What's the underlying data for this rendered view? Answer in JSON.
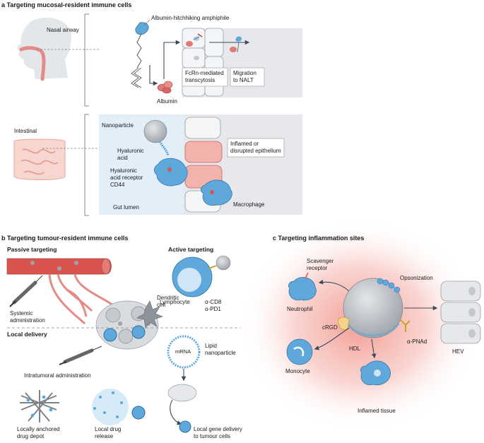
{
  "panel_a": {
    "letter": "a",
    "title": "Targeting mucosal-resident immune cells",
    "nasal_airway": "Nasal airway",
    "amphiphile": "Albumin-hitchhiking amphiphile",
    "albumin": "Albumin",
    "fcrn_line1": "FcRn-mediated",
    "fcrn_line2": "transcytosis",
    "migration_line1": "Migration",
    "migration_line2": "to NALT",
    "intestinal": "Intestinal",
    "nanoparticle": "Nanoparticle",
    "ha_line1": "Hyaluronic",
    "ha_line2": "acid",
    "har_line1": "Hyaluronic",
    "har_line2": "acid receptor",
    "har_line3": "CD44",
    "inflamed_line1": "Inflamed or",
    "inflamed_line2": "disrupted epithelium",
    "gut_lumen": "Gut lumen",
    "macrophage": "Macrophage"
  },
  "panel_b": {
    "letter": "b",
    "title": "Targeting tumour-resident immune cells",
    "passive": "Passive targeting",
    "active": "Active targeting",
    "lymphocyte": "Lymphocyte",
    "acd8": "α-CD8",
    "apd1": "α-PD1",
    "systemic_line1": "Systemic",
    "systemic_line2": "administration",
    "dendritic_line1": "Dendritic",
    "dendritic_line2": "cell",
    "local_delivery": "Local delivery",
    "intratumoral": "Intratumoral administration",
    "mrna": "mRNA",
    "lipid_line1": "Lipid",
    "lipid_line2": "nanoparticle",
    "anchored_line1": "Locally anchored",
    "anchored_line2": "drug depot",
    "release_line1": "Local drug",
    "release_line2": "release",
    "gene_line1": "Local gene delivery",
    "gene_line2": "to tumour cells"
  },
  "panel_c": {
    "letter": "c",
    "title": "Targeting inflammation sites",
    "scavenger_line1": "Scavenger",
    "scavenger_line2": "receptor",
    "opsonization": "Opsonization",
    "neutrophil": "Neutrophil",
    "crgd": "cRGD",
    "monocyte": "Monocyte",
    "hdl": "HDL",
    "apnad": "α-PNAd",
    "hev": "HEV",
    "inflamed_tissue": "Inflamed tissue"
  },
  "colors": {
    "blue_cell": "#5fa8dc",
    "blue_light": "#cfe6f6",
    "red_vessel": "#d9534f",
    "pink_bg": "#f6c2bd",
    "grey_particle": "#b8bcc2",
    "panel_grey": "#e6e8eb"
  }
}
